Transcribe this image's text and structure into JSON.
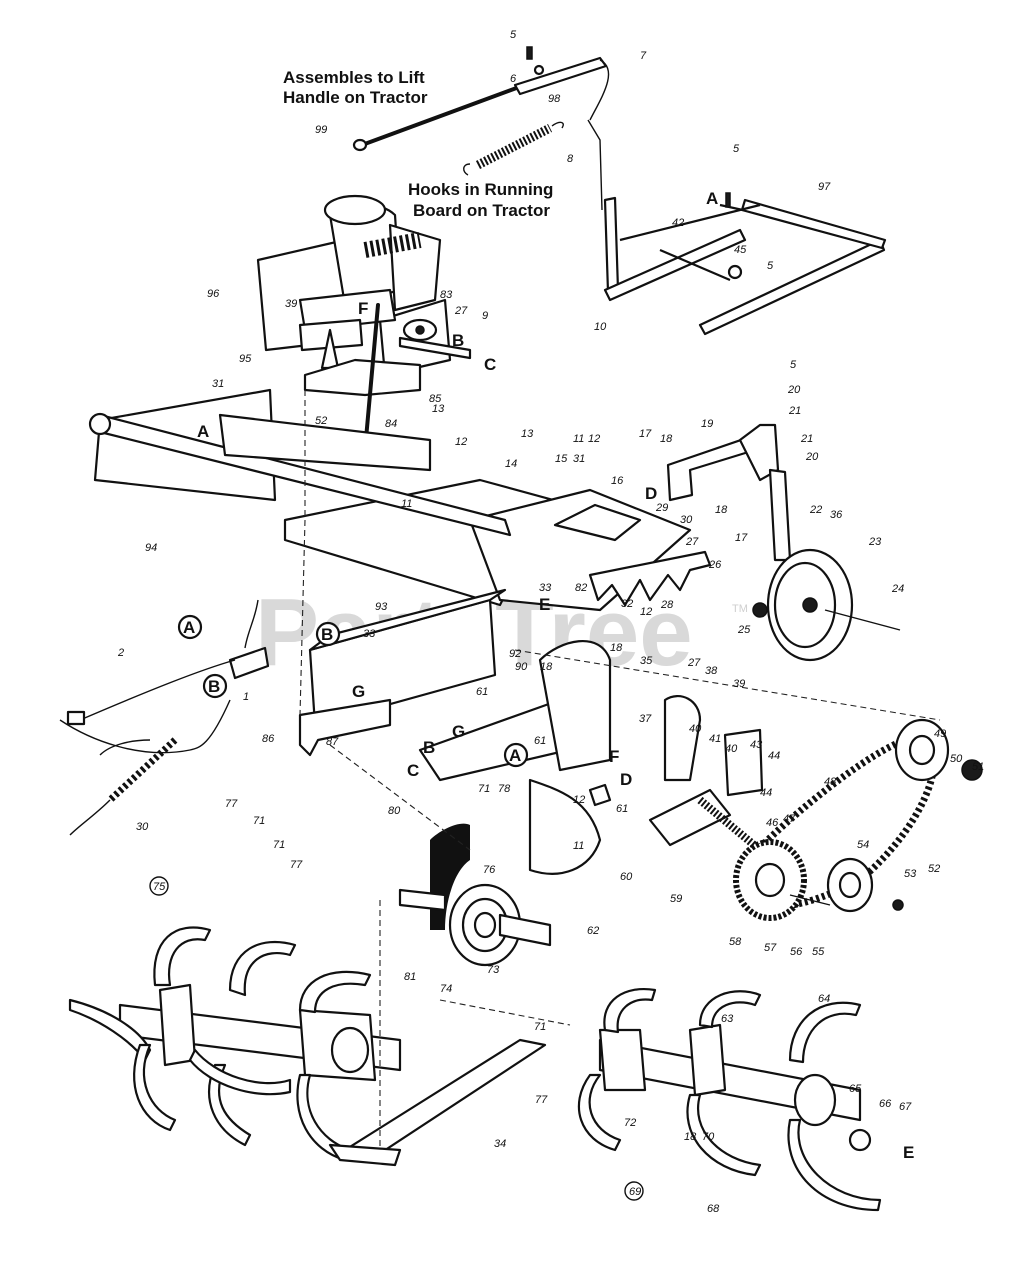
{
  "notes": {
    "lift_handle_line1": "Assembles to Lift",
    "lift_handle_line2": "Handle on Tractor",
    "running_board_line1": "Hooks in Running",
    "running_board_line2": "Board on Tractor"
  },
  "watermark": {
    "text": "PartsTree",
    "tm": "TM"
  },
  "reference_letters": [
    "A",
    "B",
    "C",
    "D",
    "E",
    "F",
    "G"
  ],
  "part_numbers": [
    "2",
    "5",
    "6",
    "7",
    "8",
    "9",
    "10",
    "11",
    "12",
    "13",
    "14",
    "15",
    "16",
    "17",
    "18",
    "19",
    "20",
    "21",
    "22",
    "23",
    "24",
    "25",
    "26",
    "27",
    "28",
    "29",
    "30",
    "31",
    "32",
    "33",
    "34",
    "35",
    "36",
    "37",
    "38",
    "39",
    "40",
    "41",
    "42",
    "43",
    "44",
    "45",
    "46",
    "47",
    "48",
    "49",
    "50",
    "51",
    "52",
    "53",
    "54",
    "55",
    "56",
    "57",
    "58",
    "59",
    "60",
    "61",
    "62",
    "63",
    "64",
    "65",
    "66",
    "67",
    "68",
    "69",
    "70",
    "71",
    "72",
    "73",
    "74",
    "75",
    "76",
    "77",
    "78",
    "80",
    "81",
    "82",
    "83",
    "84",
    "85",
    "86",
    "87",
    "90",
    "92",
    "93",
    "94",
    "95",
    "96",
    "97",
    "98",
    "99"
  ],
  "labels": {
    "n5a": "5",
    "n6": "6",
    "n7": "7",
    "n98": "98",
    "n99": "99",
    "n8": "8",
    "n5b": "5",
    "n97": "97",
    "n42": "42",
    "n45": "45",
    "n5c": "5",
    "n10": "10",
    "n96": "96",
    "n39": "39",
    "n83": "83",
    "n27a": "27",
    "n9": "9",
    "n95": "95",
    "n31a": "31",
    "n52a": "52",
    "n85": "85",
    "n13a": "13",
    "n84": "84",
    "n13b": "13",
    "n12a": "12",
    "n11a": "11",
    "n14": "14",
    "n94": "94",
    "n93": "93",
    "n33a": "33",
    "n82": "82",
    "n15": "15",
    "n11b": "11",
    "n12b": "12",
    "n31b": "31",
    "n16": "16",
    "n17a": "17",
    "n18a": "18",
    "n19": "19",
    "n29": "29",
    "n30a": "30",
    "n27b": "27",
    "n26": "26",
    "n28": "28",
    "n12c": "12",
    "n32": "32",
    "n18b": "18",
    "n17b": "17",
    "n5d": "5",
    "n20a": "20",
    "n21a": "21",
    "n21b": "21",
    "n20b": "20",
    "n22": "22",
    "n36": "36",
    "n23": "23",
    "n24": "24",
    "n25": "25",
    "n18c": "18",
    "n35": "35",
    "n33b": "33",
    "n2": "2",
    "n1": "1",
    "n30b": "30",
    "n86": "86",
    "n92": "92",
    "n90": "90",
    "n18d": "18",
    "n61a": "61",
    "n27c": "27",
    "n38": "38",
    "n39b": "39",
    "n37": "37",
    "n40a": "40",
    "n41": "41",
    "n40b": "40",
    "n43": "43",
    "n44a": "44",
    "n44b": "44",
    "n46": "46",
    "n47": "47",
    "n48": "48",
    "n49": "49",
    "n50": "50",
    "n51": "51",
    "n61b": "61",
    "n78": "78",
    "n71a": "71",
    "n80": "80",
    "n87": "87",
    "n77a": "77",
    "n71b": "71",
    "n71c": "71",
    "n77b": "77",
    "n12d": "12",
    "n11c": "11",
    "n61c": "61",
    "n60": "60",
    "n59": "59",
    "n76": "76",
    "n54": "54",
    "n53": "53",
    "n52b": "52",
    "n58": "58",
    "n57": "57",
    "n56": "56",
    "n55": "55",
    "n62": "62",
    "n81": "81",
    "n74": "74",
    "n73": "73",
    "n75": "75",
    "n34": "34",
    "n71d": "71",
    "n77c": "77",
    "n63": "63",
    "n64": "64",
    "n72": "72",
    "n18e": "18",
    "n70": "70",
    "n65": "65",
    "n66": "66",
    "n67": "67",
    "n69": "69",
    "n68": "68"
  }
}
